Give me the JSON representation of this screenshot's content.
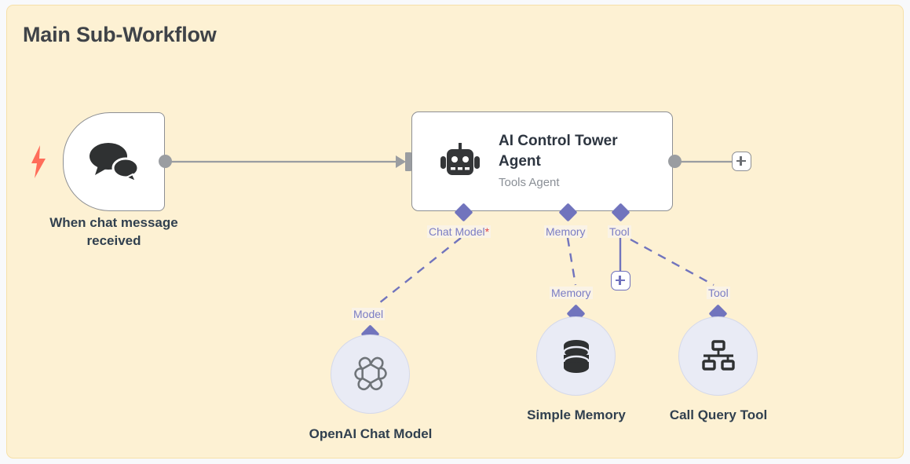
{
  "canvas": {
    "background_color": "#f8f9fb",
    "sticky_note": {
      "title": "Main Sub-Workflow",
      "fill_color": "#fdf1d3",
      "border_color": "#f6e0a8"
    }
  },
  "nodes": {
    "trigger": {
      "label": "When chat message received",
      "icon": "chat-bubbles-icon",
      "trigger_icon": "lightning-bolt-icon",
      "trigger_color": "#ff6d5a"
    },
    "agent": {
      "title": "AI Control Tower Agent",
      "subtitle": "Tools Agent",
      "icon": "robot-icon"
    },
    "chat_model": {
      "label": "OpenAI Chat Model",
      "icon": "openai-logo-icon"
    },
    "memory": {
      "label": "Simple Memory",
      "icon": "database-icon"
    },
    "tool": {
      "label": "Call Query Tool",
      "icon": "sitemap-icon"
    }
  },
  "ports": {
    "chat_model_label": "Chat Model",
    "chat_model_required_marker": "*",
    "memory_label": "Memory",
    "tool_label": "Tool",
    "sub_model_label": "Model",
    "sub_memory_label": "Memory",
    "sub_tool_label": "Tool",
    "accent_color": "#7174bd"
  },
  "buttons": {
    "add_main_output": "+",
    "add_tool": "+"
  }
}
